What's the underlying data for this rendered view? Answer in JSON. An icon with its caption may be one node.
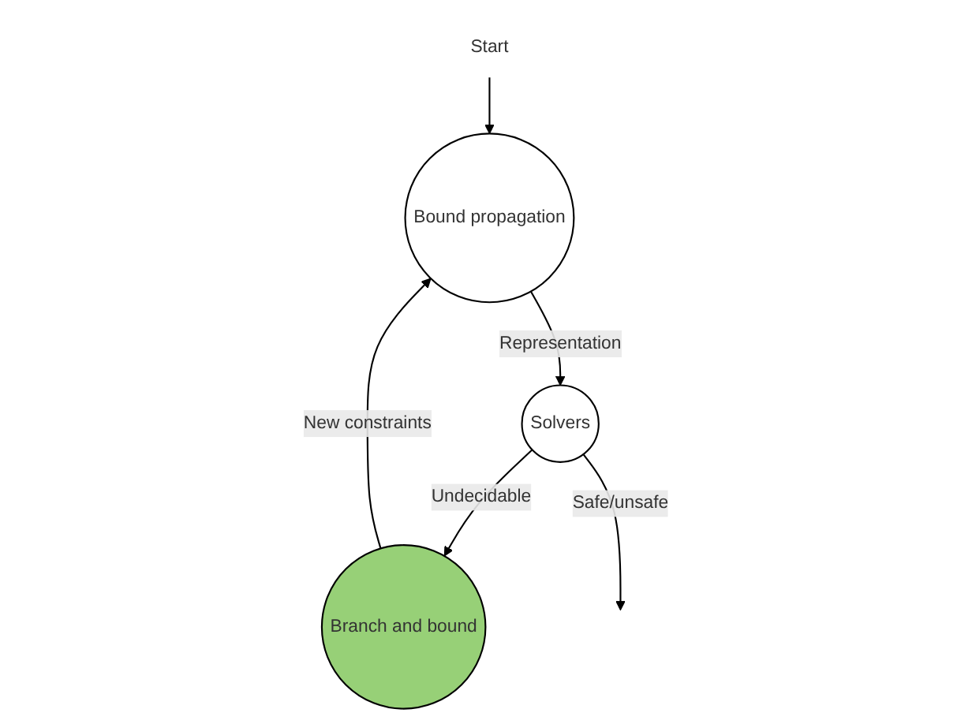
{
  "diagram": {
    "nodes": [
      {
        "text": [
          "Start"
        ]
      },
      {
        "text": [
          "Bound propagation"
        ]
      },
      {
        "text": [
          "Solvers"
        ]
      },
      {
        "text": [
          "Branch and bound"
        ]
      }
    ],
    "edges": [
      {
        "from": 0,
        "to": 1,
        "arrow": "to"
      },
      {
        "from": 1,
        "to": 2,
        "arrow": "to",
        "label": "Representation"
      },
      {
        "from": 2,
        "to": 3,
        "arrow": "to",
        "label": "Undecidable"
      },
      {
        "from": 3,
        "to": 1,
        "arrow": "to",
        "label": "New constraints"
      },
      {
        "from": 2,
        "to": null,
        "arrow": "to",
        "label": "Safe/unsafe"
      }
    ]
  }
}
